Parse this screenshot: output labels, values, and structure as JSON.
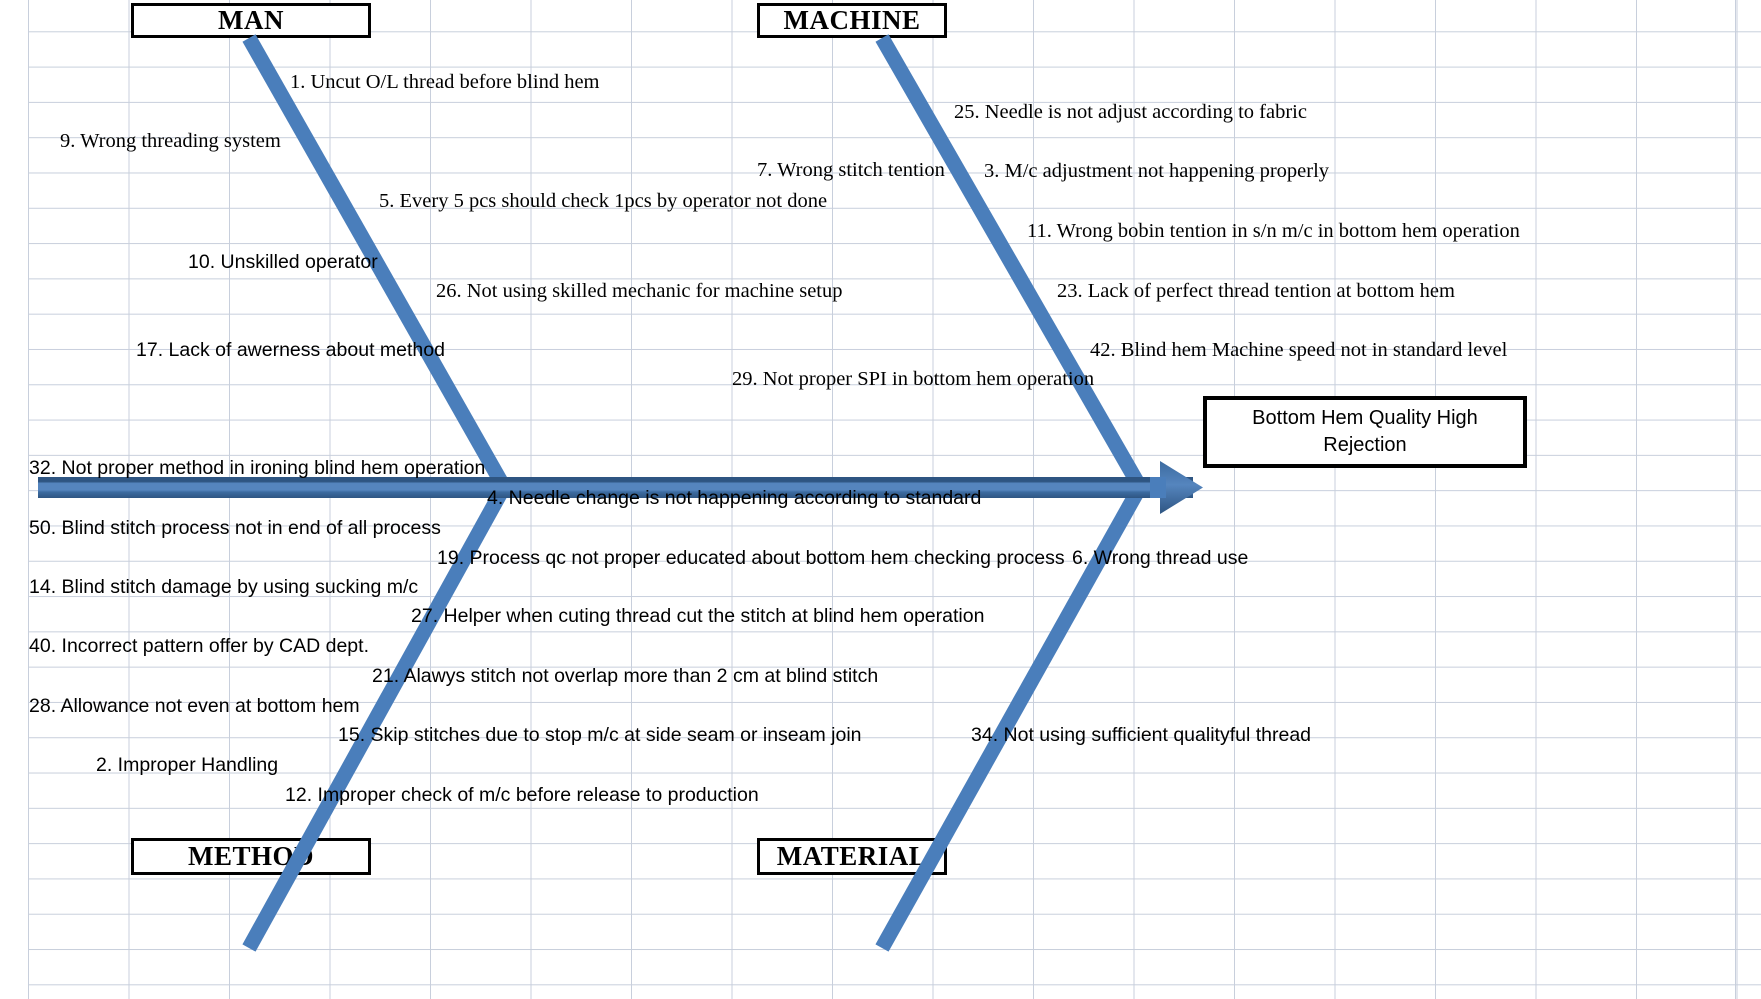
{
  "diagram": {
    "type": "fishbone-ishikawa",
    "effect": {
      "label": "Bottom Hem Quality High\nRejection",
      "line1": "Bottom Hem Quality High",
      "line2": "Rejection"
    },
    "colors": {
      "bone": "#4A7EBB",
      "bone_dark": "#2E5582",
      "bone_light": "#6699CC",
      "box_border": "#000000",
      "grid_line": "#C8CFDC",
      "background": "#FFFFFF",
      "text": "#000000"
    },
    "categories": [
      {
        "id": "man",
        "label": "MAN",
        "position": "top-left"
      },
      {
        "id": "machine",
        "label": "MACHINE",
        "position": "top-right"
      },
      {
        "id": "method",
        "label": "METHOD",
        "position": "bottom-left"
      },
      {
        "id": "material",
        "label": "MATERIAL",
        "position": "bottom-right"
      }
    ],
    "causes": {
      "man": [
        {
          "num": "1.",
          "text": "1. Uncut O/L thread before blind hem"
        },
        {
          "num": "9.",
          "text": "9. Wrong threading system"
        },
        {
          "num": "5.",
          "text": "5. Every 5 pcs should check 1pcs by operator not done"
        },
        {
          "num": "10.",
          "text": "10. Unskilled operator"
        },
        {
          "num": "26.",
          "text": "26. Not using skilled mechanic for machine setup"
        },
        {
          "num": "17.",
          "text": "17. Lack of awerness about method"
        }
      ],
      "machine": [
        {
          "num": "25.",
          "text": "25. Needle is not adjust according to fabric"
        },
        {
          "num": "7.",
          "text": "7. Wrong stitch tention"
        },
        {
          "num": "3.",
          "text": "3. M/c adjustment not happening properly"
        },
        {
          "num": "11.",
          "text": "11. Wrong bobin tention in s/n m/c in bottom hem operation"
        },
        {
          "num": "23.",
          "text": "23. Lack of perfect thread tention at bottom hem"
        },
        {
          "num": "42.",
          "text": "42. Blind hem Machine speed not in standard level"
        },
        {
          "num": "29.",
          "text": "29. Not proper SPI in bottom hem operation"
        }
      ],
      "method": [
        {
          "num": "32.",
          "text": "32. Not proper method in ironing blind hem operation"
        },
        {
          "num": "4.",
          "text": "4. Needle change is not happening according to standard"
        },
        {
          "num": "50.",
          "text": "50. Blind stitch process not in end of all process"
        },
        {
          "num": "19.",
          "text": "19. Process qc not proper educated about bottom hem checking process"
        },
        {
          "num": "14.",
          "text": "14. Blind stitch damage by using sucking m/c"
        },
        {
          "num": "27.",
          "text": "27. Helper when cuting thread cut the stitch at blind hem operation"
        },
        {
          "num": "40.",
          "text": "40. Incorrect pattern offer by CAD dept."
        },
        {
          "num": "21.",
          "text": "21. Alawys stitch not overlap more than 2 cm at blind stitch"
        },
        {
          "num": "28.",
          "text": "28. Allowance not even at bottom hem"
        },
        {
          "num": "15.",
          "text": "15. Skip stitches due to stop m/c at side seam or inseam join"
        },
        {
          "num": "2.",
          "text": "2. Improper Handling"
        },
        {
          "num": "12.",
          "text": "12. Improper check of m/c before release to production"
        }
      ],
      "material": [
        {
          "num": "6.",
          "text": "6. Wrong thread use"
        },
        {
          "num": "34.",
          "text": "34. Not using sufficient qualityful thread"
        }
      ]
    }
  }
}
